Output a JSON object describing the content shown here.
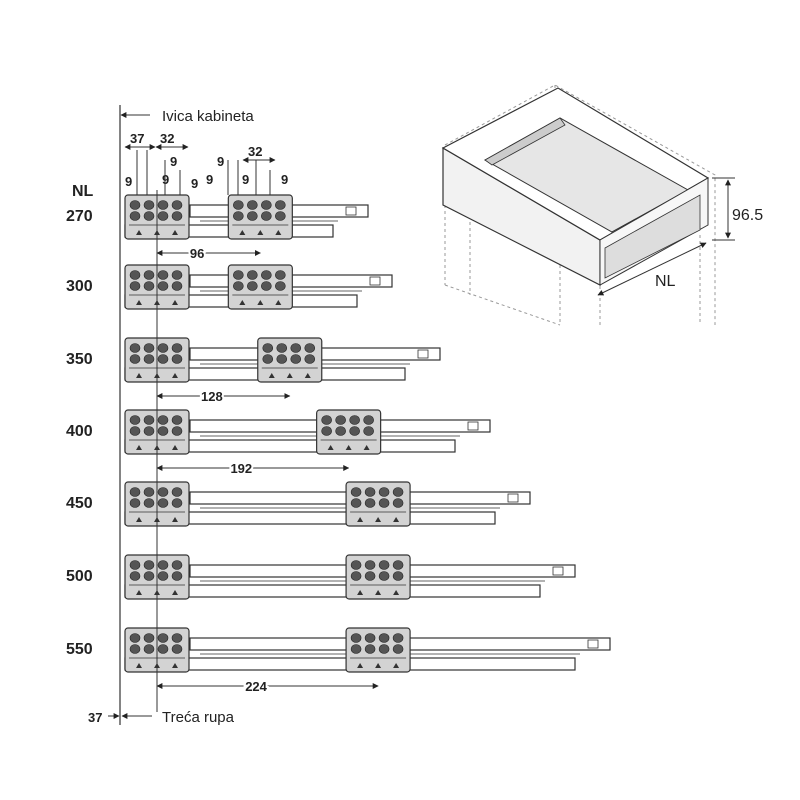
{
  "labels": {
    "cabinet_edge": "Ivica kabineta",
    "third_hole": "Treća rupa",
    "nl_header": "NL",
    "offset": "37",
    "dim_37": "37",
    "dim_32a": "32",
    "dim_32b": "32",
    "dim_9": "9",
    "height": "96.5",
    "drawer_nl": "NL"
  },
  "rows": [
    {
      "nl": "270",
      "spacing": "96"
    },
    {
      "nl": "300",
      "spacing": ""
    },
    {
      "nl": "350",
      "spacing": "128"
    },
    {
      "nl": "400",
      "spacing": "192"
    },
    {
      "nl": "450",
      "spacing": ""
    },
    {
      "nl": "500",
      "spacing": ""
    },
    {
      "nl": "550",
      "spacing": "224"
    }
  ],
  "spacing_values_px_units": [
    96,
    96,
    128,
    192,
    224,
    224,
    224
  ]
}
